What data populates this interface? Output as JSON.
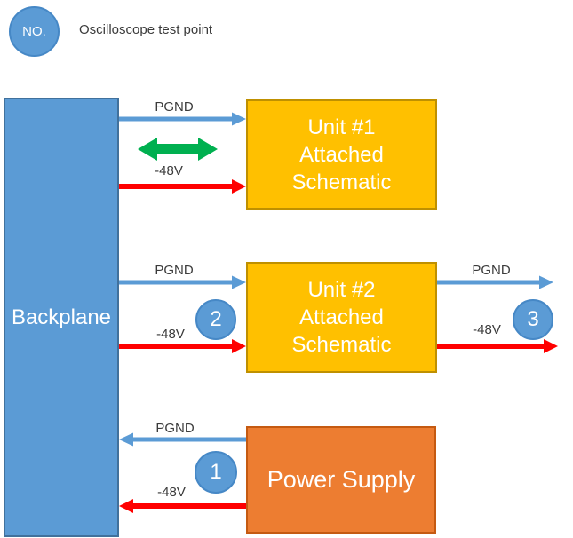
{
  "legend": {
    "badge": "NO.",
    "label": "Oscilloscope test point"
  },
  "blocks": {
    "backplane": {
      "label": "Backplane"
    },
    "unit1": {
      "lines": [
        "Unit #1",
        "Attached",
        "Schematic"
      ]
    },
    "unit2": {
      "lines": [
        "Unit #2",
        "Attached",
        "Schematic"
      ]
    },
    "power_supply": {
      "label": "Power Supply"
    }
  },
  "connections": {
    "unit1": {
      "pgnd": "PGND",
      "neg48": "-48V"
    },
    "unit2_in": {
      "pgnd": "PGND",
      "neg48": "-48V",
      "test_point": "2"
    },
    "unit2_out": {
      "pgnd": "PGND",
      "neg48": "-48V",
      "test_point": "3"
    },
    "power": {
      "pgnd": "PGND",
      "neg48": "-48V",
      "test_point": "1"
    }
  },
  "colors": {
    "blue": "#5b9bd5",
    "blue-border": "#41719c",
    "gold": "#ffc000",
    "gold-border": "#bf9000",
    "orange": "#ed7d31",
    "orange-border": "#c55a11",
    "green": "#00b050",
    "red": "#ff0000",
    "label": "#3b3b3b"
  }
}
